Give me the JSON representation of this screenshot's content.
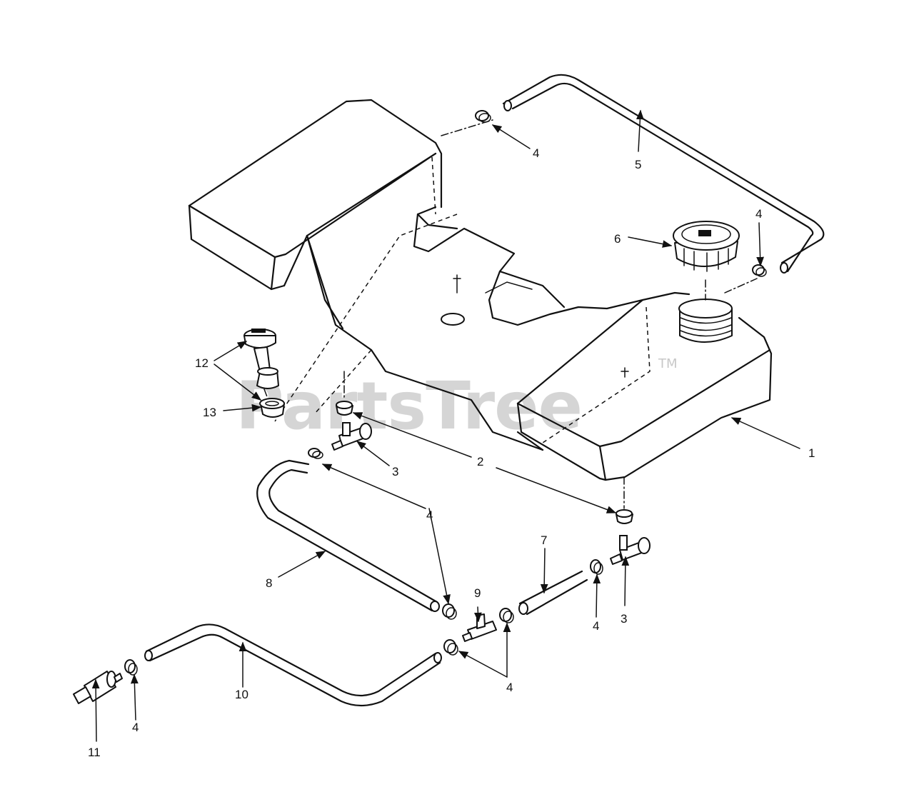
{
  "watermark": {
    "text": "PartsTree",
    "trademark": "TM"
  },
  "callouts": {
    "c1": "1",
    "c2": "2",
    "c3a": "3",
    "c3b": "3",
    "c4a": "4",
    "c4b": "4",
    "c4c": "4",
    "c4d": "4",
    "c4e": "4",
    "c4f": "4",
    "c5": "5",
    "c6": "6",
    "c7": "7",
    "c8": "8",
    "c9": "9",
    "c10": "10",
    "c11": "11",
    "c12": "12",
    "c13": "13"
  },
  "colors": {
    "ink": "#111111",
    "watermark": "#c8c8c8",
    "background": "#ffffff"
  }
}
